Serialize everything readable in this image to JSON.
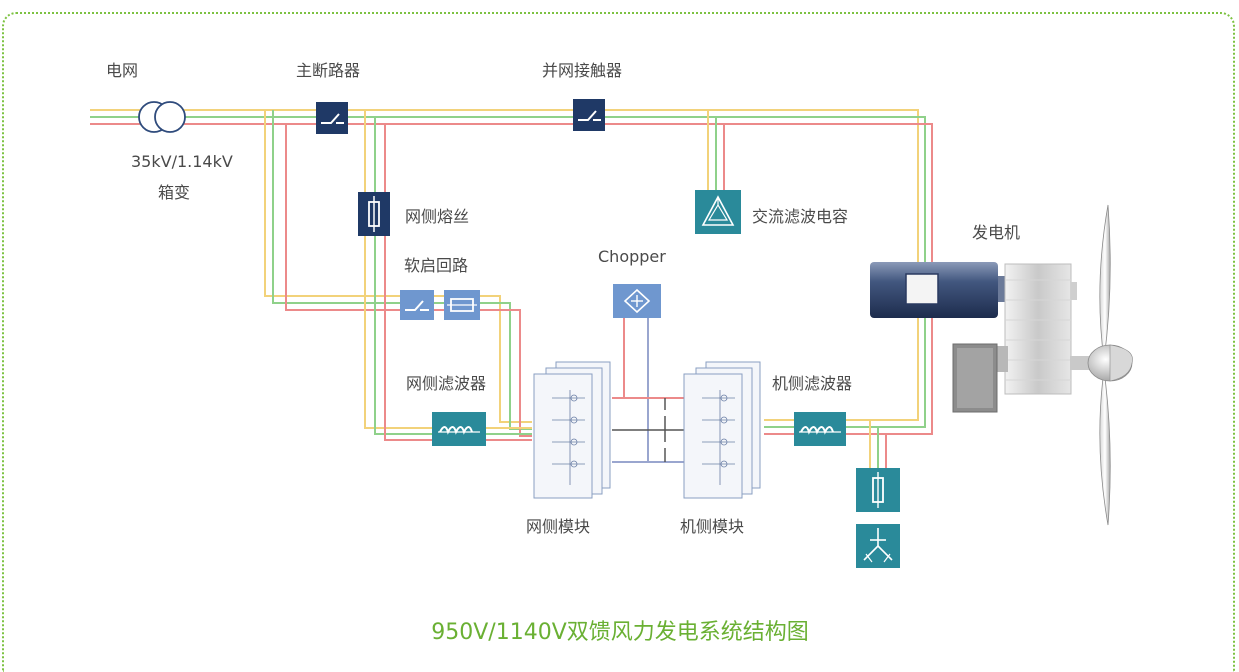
{
  "labels": {
    "grid": "电网",
    "main_breaker": "主断路器",
    "grid_contactor": "并网接触器",
    "transformer_rating": "35kV/1.14kV",
    "transformer_name": "箱变",
    "grid_fuse": "网侧熔丝",
    "ac_filter_cap": "交流滤波电容",
    "generator": "发电机",
    "soft_start": "软启回路",
    "chopper": "Chopper",
    "grid_filter": "网侧滤波器",
    "gen_filter": "机侧滤波器",
    "grid_module": "网侧模块",
    "gen_module": "机侧模块"
  },
  "caption": "950V/1140V双馈风力发电系统结构图",
  "colors": {
    "border": "#7dc242",
    "caption": "#6ab033",
    "wire_yellow": "#f2d27a",
    "wire_green": "#8fd18a",
    "wire_red": "#ec8a8a",
    "wire_blue": "#9aa6cf",
    "dark_navy": "#1f3966",
    "teal": "#2a8a9a",
    "light_blue": "#6f97cf"
  }
}
